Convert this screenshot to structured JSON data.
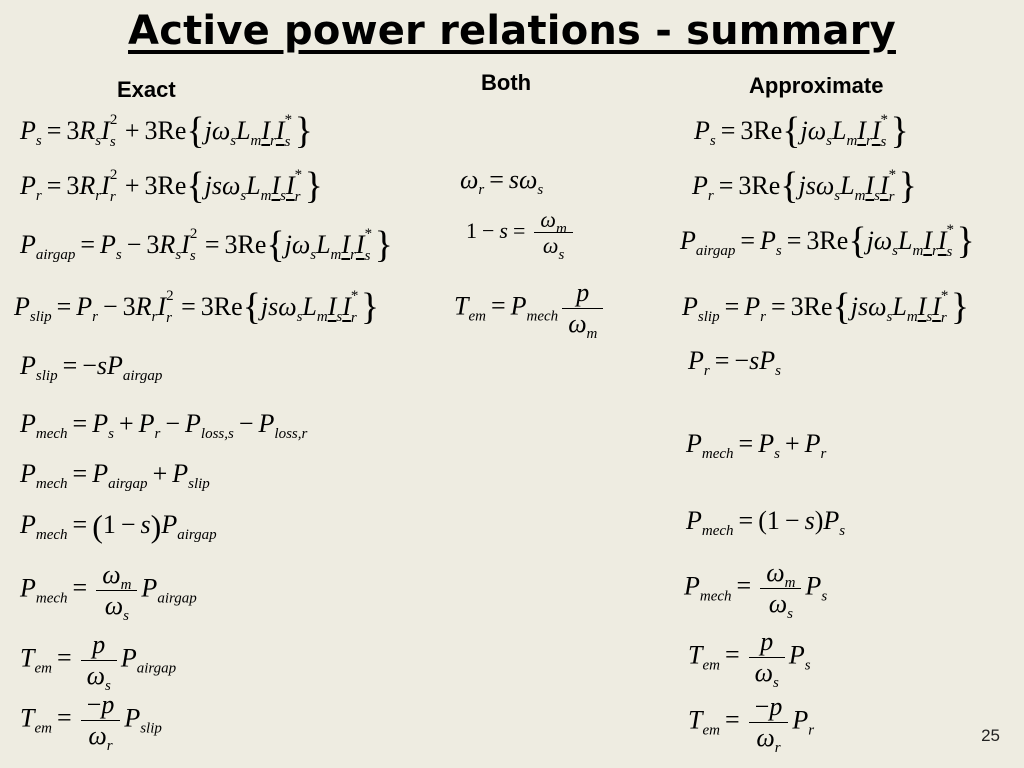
{
  "slide": {
    "title": "Active power relations - summary",
    "page_number": "25"
  },
  "headers": {
    "exact": "Exact",
    "both": "Both",
    "approx": "Approximate"
  }
}
